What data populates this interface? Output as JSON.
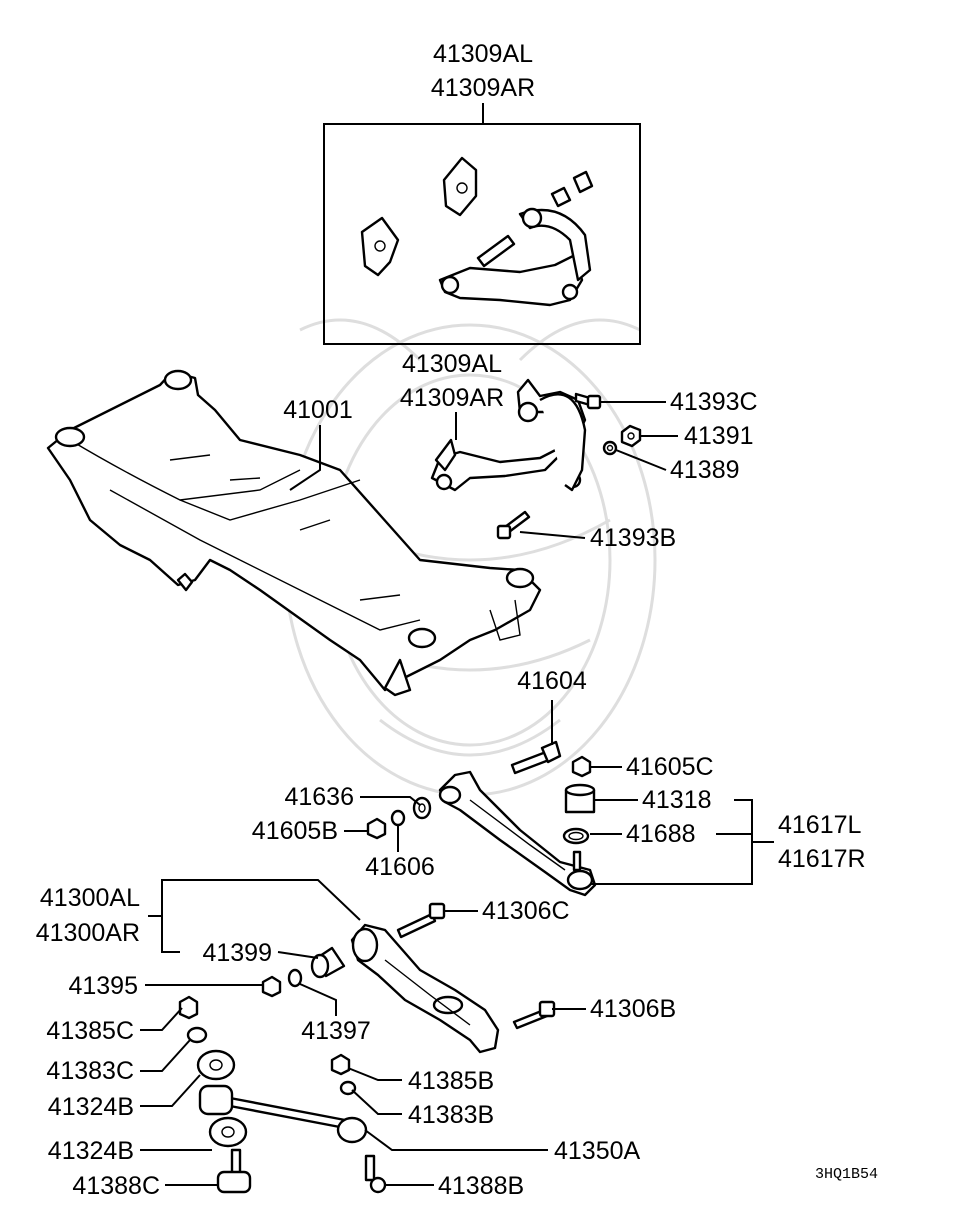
{
  "callouts": {
    "inset_top_l": "41309AL",
    "inset_top_r": "41309AR",
    "arm_upper_l": "41309AL",
    "arm_upper_r": "41309AR",
    "crossmember": "41001",
    "bolt_c": "41393C",
    "nut_a": "41391",
    "washer_a": "41389",
    "bolt_b": "41393B",
    "bolt_604": "41604",
    "nut_605c": "41605C",
    "washer_636": "41636",
    "bushing_318": "41318",
    "assy_617l": "41617L",
    "assy_617r": "41617R",
    "nut_605b": "41605B",
    "ring_688": "41688",
    "washer_606": "41606",
    "assy_300al": "41300AL",
    "assy_300ar": "41300AR",
    "bolt_306c": "41306C",
    "bushing_399": "41399",
    "nut_395": "41395",
    "washer_397": "41397",
    "bolt_306b": "41306B",
    "nut_385c": "41385C",
    "washer_383c": "41383C",
    "bushing_324b_a": "41324B",
    "nut_385b": "41385B",
    "washer_383b": "41383B",
    "bushing_324b_b": "41324B",
    "rod_350a": "41350A",
    "bolt_388c": "41388C",
    "bolt_388b": "41388B"
  },
  "diagram_code": "3HQ1B54"
}
